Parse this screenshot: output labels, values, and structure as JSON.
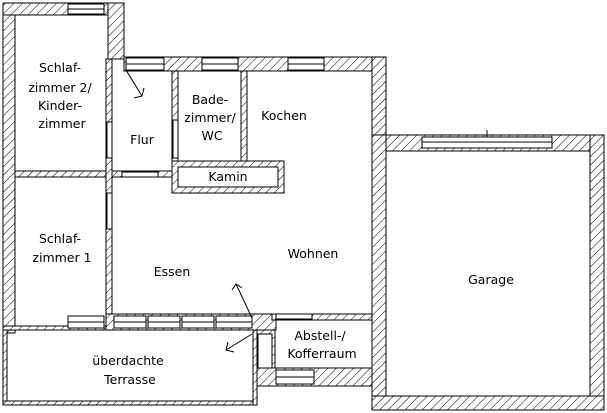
{
  "colors": {
    "background": "#ffffff",
    "line": "#000000",
    "wall_hatch": "#000000",
    "window_fill": "#ffffff"
  },
  "rooms": {
    "schlafzimmer2": [
      "Schlaf-",
      "zimmer 2/",
      "Kinder-",
      "zimmer"
    ],
    "flur": [
      "Flur"
    ],
    "badezimmer": [
      "Bade-",
      "zimmer/",
      "WC"
    ],
    "kochen": [
      "Kochen"
    ],
    "kamin": [
      "Kamin"
    ],
    "schlafzimmer1": [
      "Schlaf-",
      "zimmer 1"
    ],
    "essen": [
      "Essen"
    ],
    "wohnen": [
      "Wohnen"
    ],
    "garage": [
      "Garage"
    ],
    "abstell": [
      "Abstell-/",
      "Kofferraum"
    ],
    "terrasse": [
      "überdachte",
      "Terrasse"
    ]
  }
}
